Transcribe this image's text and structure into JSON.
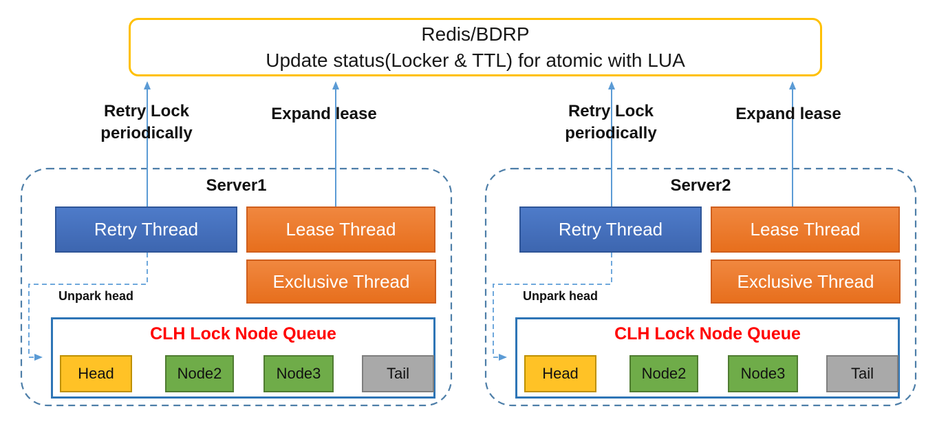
{
  "colors": {
    "arrow-blue": "#5B9BD5",
    "dash-container": "#4D7EA8",
    "dash-unpark": "#6FA8DC",
    "redis-border": "#FFC000",
    "retry-fill-a": "#4E7BC9",
    "retry-fill-b": "#3D66B0",
    "retry-border": "#2F5597",
    "orange-fill-a": "#F0873F",
    "orange-fill-b": "#E76F1D",
    "orange-border": "#CF5F1D",
    "head-fill": "#FFC226",
    "head-border": "#BE9000",
    "node-fill": "#6FAC49",
    "node-border": "#4F7B31",
    "tail-fill": "#A9A9A9",
    "tail-border": "#7E7E7E",
    "queue-border": "#2E75B6",
    "queue-title-red": "#FF0000"
  },
  "redis": {
    "line1": "Redis/BDRP",
    "line2": "Update status(Locker & TTL) for atomic with LUA"
  },
  "servers": [
    {
      "title": "Server1",
      "retry_arrow_label": "Retry Lock\nperiodically",
      "lease_arrow_label": "Expand lease",
      "retry_thread": "Retry Thread",
      "lease_thread": "Lease Thread",
      "exclusive_thread": "Exclusive Thread",
      "unpark_label": "Unpark head",
      "queue": {
        "title": "CLH Lock Node Queue",
        "nodes": [
          "Head",
          "Node2",
          "Node3",
          "Tail"
        ]
      }
    },
    {
      "title": "Server2",
      "retry_arrow_label": "Retry Lock\nperiodically",
      "lease_arrow_label": "Expand lease",
      "retry_thread": "Retry Thread",
      "lease_thread": "Lease Thread",
      "exclusive_thread": "Exclusive Thread",
      "unpark_label": "Unpark head",
      "queue": {
        "title": "CLH Lock Node Queue",
        "nodes": [
          "Head",
          "Node2",
          "Node3",
          "Tail"
        ]
      }
    }
  ]
}
